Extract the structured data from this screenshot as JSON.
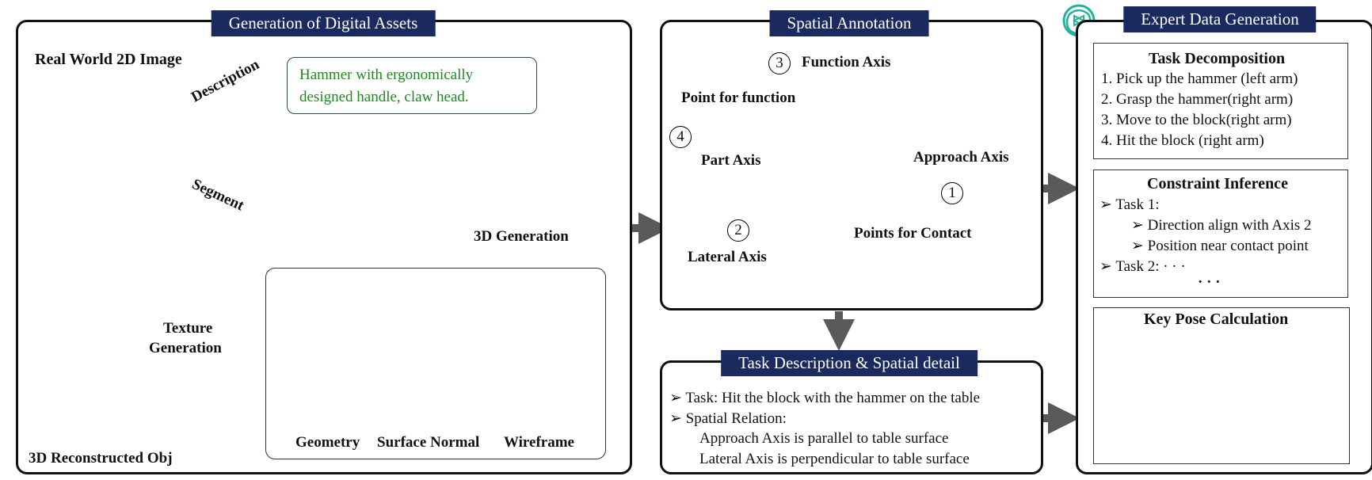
{
  "panels": {
    "gen": {
      "title": "Generation of Digital Assets"
    },
    "spatial": {
      "title": "Spatial Annotation"
    },
    "task": {
      "title": "Task Description & Spatial detail"
    },
    "expert": {
      "title": "Expert Data Generation"
    }
  },
  "gen": {
    "real_world_label": "Real World 2D Image",
    "description_label": "Description",
    "segment_label": "Segment",
    "description_text": [
      "Hammer with ergonomically",
      "designed handle, claw head."
    ],
    "generation_3d_label": "3D Generation",
    "texture_generation_label": [
      "Texture",
      "Generation"
    ],
    "reconstructed_label": "3D Reconstructed Obj",
    "views": [
      "Geometry",
      "Surface Normal",
      "Wireframe"
    ],
    "plus_symbol": "+"
  },
  "spatial": {
    "function_axis": "Function Axis",
    "function_axis_num": "3",
    "point_for_function": "Point for function",
    "part_axis": "Part Axis",
    "part_axis_num": "4",
    "approach_axis": "Approach Axis",
    "approach_axis_num": "1",
    "lateral_axis": "Lateral Axis",
    "lateral_axis_num": "2",
    "points_for_contact": "Points for Contact"
  },
  "task": {
    "items": [
      "Task: Hit the block with the  hammer on the table",
      "Spatial Relation:"
    ],
    "relations": [
      "Approach Axis is parallel to table surface",
      "Lateral  Axis is perpendicular to table surface"
    ],
    "bullet": "➢"
  },
  "expert": {
    "decomposition_title": "Task Decomposition",
    "decomposition_steps": [
      "1.   Pick up the hammer (left arm)",
      "2.   Grasp the hammer(right arm)",
      "3.   Move to the block(right arm)",
      "4.   Hit the block (right arm)"
    ],
    "constraint_title": "Constraint Inference",
    "task1": "Task 1:",
    "task1_items": [
      "Direction align with Axis 2",
      "Position near contact point"
    ],
    "task2": "Task 2: · · ·",
    "ellipsis": "· · ·",
    "keypose_title": "Key Pose Calculation"
  },
  "colors": {
    "badge": "#1a2a5e",
    "description_green": "#1e8a1e",
    "function_axis": "#e02020",
    "approach_axis": "#1a2fb0",
    "lateral_axis": "#3ec04a",
    "part_axis": "#999999",
    "contact_point": "#e01818",
    "arrow_gray": "#5a5a5a",
    "logo": "#24b39a"
  },
  "icons": {
    "logo": "openai-logo-icon",
    "plus": "circled-plus-icon"
  }
}
